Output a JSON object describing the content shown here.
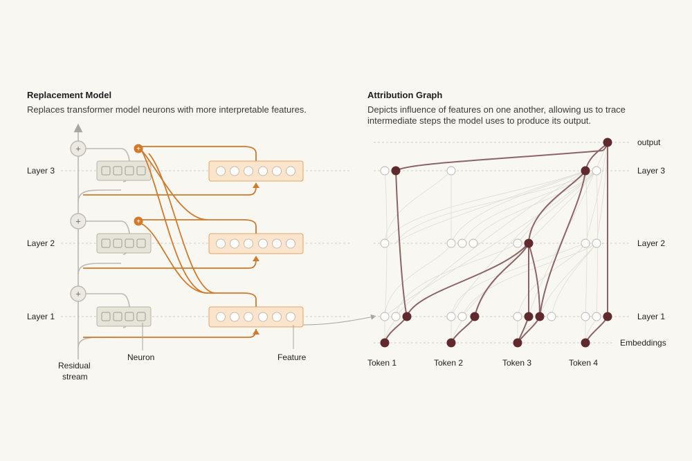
{
  "replacement_model": {
    "title": "Replacement Model",
    "subtitle": "Replaces transformer model neurons with more interpretable features.",
    "layers": [
      "Layer 3",
      "Layer 2",
      "Layer 1"
    ],
    "labels": {
      "residual_line1": "Residual",
      "residual_line2": "stream",
      "neuron": "Neuron",
      "feature": "Feature"
    }
  },
  "attribution_graph": {
    "title": "Attribution Graph",
    "subtitle_line1": "Depicts influence of features on one another, allowing us to trace",
    "subtitle_line2": "intermediate steps the model uses to produce its output.",
    "row_labels": [
      "output",
      "Layer 3",
      "Layer 2",
      "Layer 1",
      "Embeddings"
    ],
    "tokens": [
      "Token 1",
      "Token 2",
      "Token 3",
      "Token 4"
    ]
  },
  "colors": {
    "background": "#f8f7f2",
    "orange": "#d07a2a",
    "feature_fill": "#fbe4cc",
    "feature_border": "#e0a56a",
    "neuron_fill": "#e6e3d8",
    "neuron_border": "#b8b4a6",
    "gray_line": "#b9b8b2",
    "dark_node": "#5e2a2e",
    "dark_edge": "#8c6468",
    "light_node": "#ffffff"
  }
}
